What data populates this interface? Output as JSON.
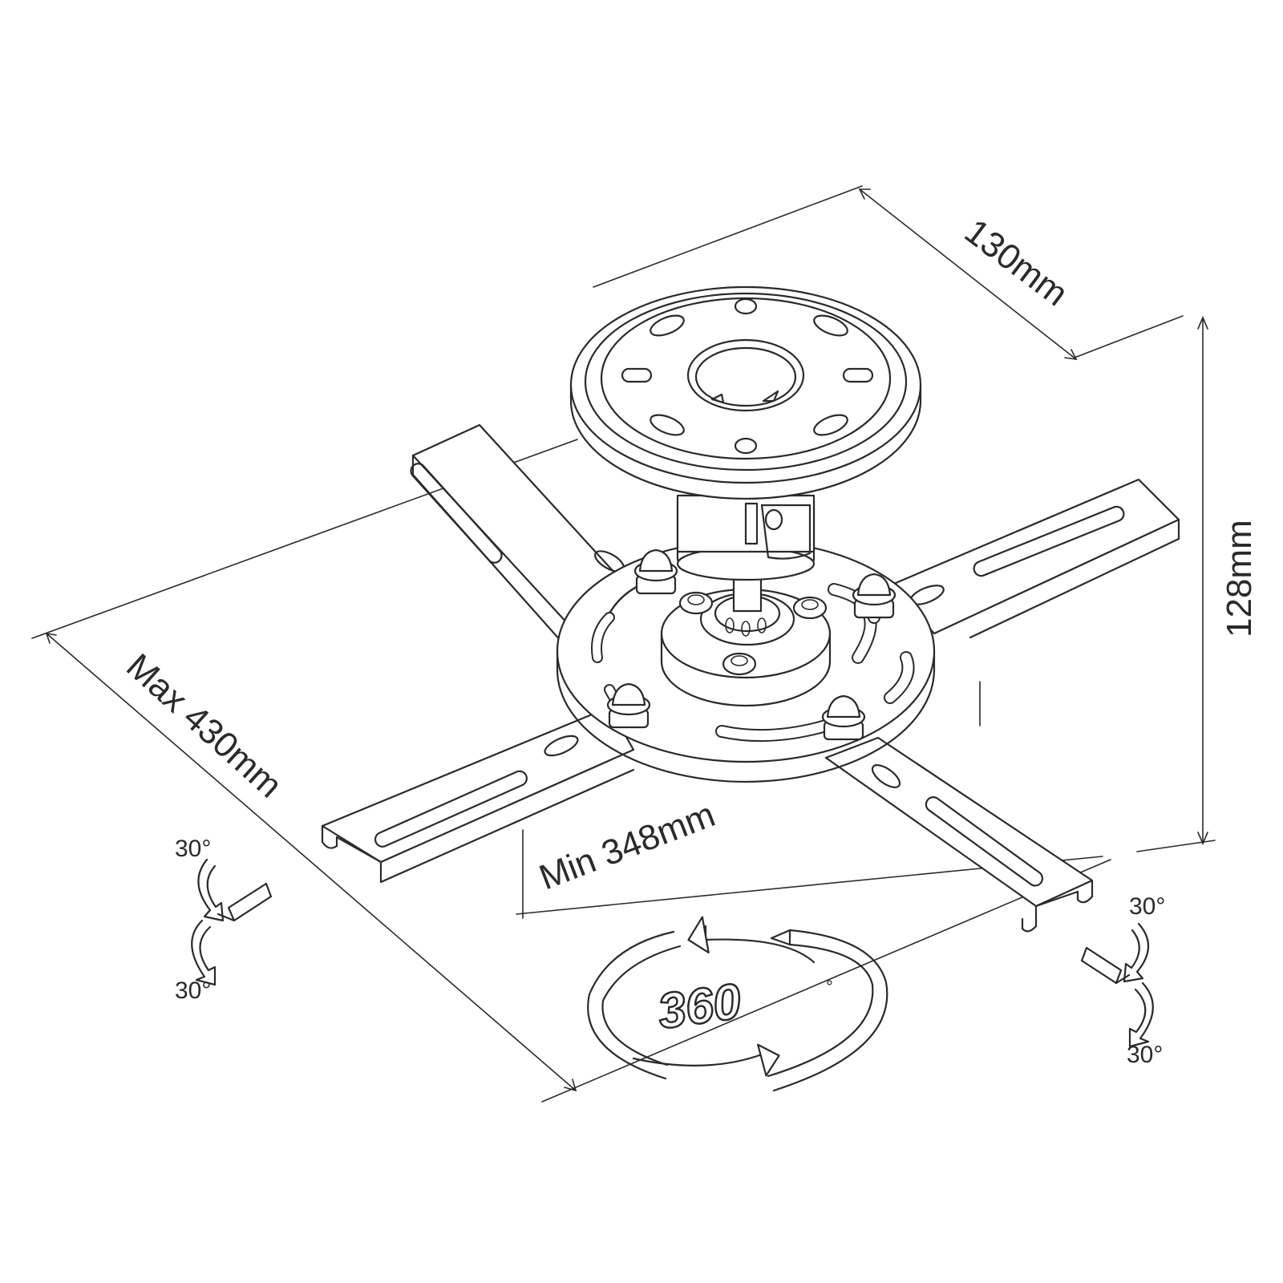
{
  "dimensions": {
    "depth_label": "130mm",
    "height_label": "128mm",
    "max_length_label": "Max 430mm",
    "min_length_label": "Min 348mm"
  },
  "tilt": {
    "left_top": "30°",
    "left_bottom": "30°",
    "right_top": "30°",
    "right_bottom": "30°"
  },
  "rotation": {
    "value": "360",
    "unit": "°"
  }
}
